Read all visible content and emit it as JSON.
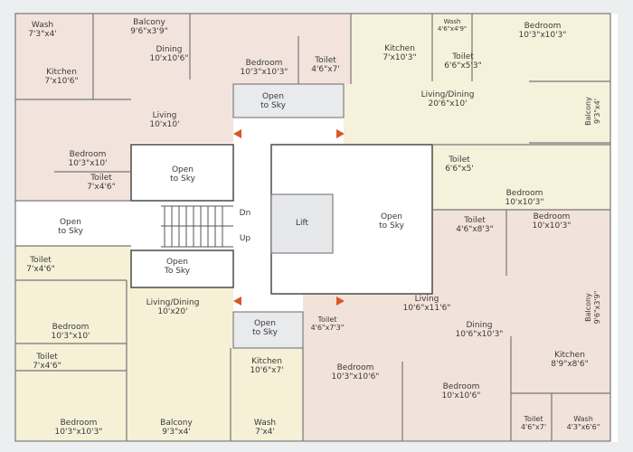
{
  "colors": {
    "unit_pink": "#f2e4dc",
    "unit_yellow": "#f6f1da",
    "wall": "#5a5a5a",
    "entry_arrow": "#d9562a",
    "open_to_sky": "#e9eaec"
  },
  "rooms": [
    {
      "name": "Wash",
      "size": "7'3\"x4'"
    },
    {
      "name": "Balcony",
      "size": "9'6\"x3'9\""
    },
    {
      "name": "Dining",
      "size": "10'x10'6\""
    },
    {
      "name": "Kitchen",
      "size": "7'x10'6\""
    },
    {
      "name": "Bedroom",
      "size": "10'3\"x10'3\""
    },
    {
      "name": "Toilet",
      "size": "4'6\"x7'"
    },
    {
      "name": "Living",
      "size": "10'x10'"
    },
    {
      "name": "Bedroom",
      "size": "10'3\"x10'"
    },
    {
      "name": "Toilet",
      "size": "7'x4'6\""
    },
    {
      "name": "Kitchen",
      "size": "7'x10'3\""
    },
    {
      "name": "Wash",
      "size": "4'6\"x4'9\""
    },
    {
      "name": "Toilet",
      "size": "6'6\"x5'3\""
    },
    {
      "name": "Bedroom",
      "size": "10'3\"x10'3\""
    },
    {
      "name": "Living/Dining",
      "size": "20'6\"x10'"
    },
    {
      "name": "Balcony",
      "size": "9'3\"x4'"
    },
    {
      "name": "Toilet",
      "size": "6'6\"x5'"
    },
    {
      "name": "Bedroom",
      "size": "10'x10'3\""
    },
    {
      "name": "Toilet",
      "size": "4'6\"x8'3\""
    },
    {
      "name": "Bedroom",
      "size": "10'x10'3\""
    },
    {
      "name": "Toilet",
      "size": "7'x4'6\""
    },
    {
      "name": "Bedroom",
      "size": "10'3\"x10'"
    },
    {
      "name": "Toilet",
      "size": "7'x4'6\""
    },
    {
      "name": "Bedroom",
      "size": "10'3\"x10'3\""
    },
    {
      "name": "Living/Dining",
      "size": "10'x20'"
    },
    {
      "name": "Balcony",
      "size": "9'3\"x4'"
    },
    {
      "name": "Kitchen",
      "size": "10'6\"x7'"
    },
    {
      "name": "Wash",
      "size": "7'x4'"
    },
    {
      "name": "Toilet",
      "size": "4'6\"x7'3\""
    },
    {
      "name": "Bedroom",
      "size": "10'3\"x10'6\""
    },
    {
      "name": "Living",
      "size": "10'6\"x11'6\""
    },
    {
      "name": "Dining",
      "size": "10'6\"x10'3\""
    },
    {
      "name": "Bedroom",
      "size": "10'x10'6\""
    },
    {
      "name": "Kitchen",
      "size": "8'9\"x8'6\""
    },
    {
      "name": "Balcony",
      "size": "9'6\"x3'9\""
    },
    {
      "name": "Toilet",
      "size": "4'6\"x7'"
    },
    {
      "name": "Wash",
      "size": "4'3\"x6'6\""
    }
  ],
  "core": {
    "open_to_sky": [
      "Open",
      "to Sky"
    ],
    "open_to_sky_alt": [
      "Open",
      "To Sky"
    ],
    "lift": "Lift",
    "stairs_down": "Dn",
    "stairs_up": "Up"
  }
}
